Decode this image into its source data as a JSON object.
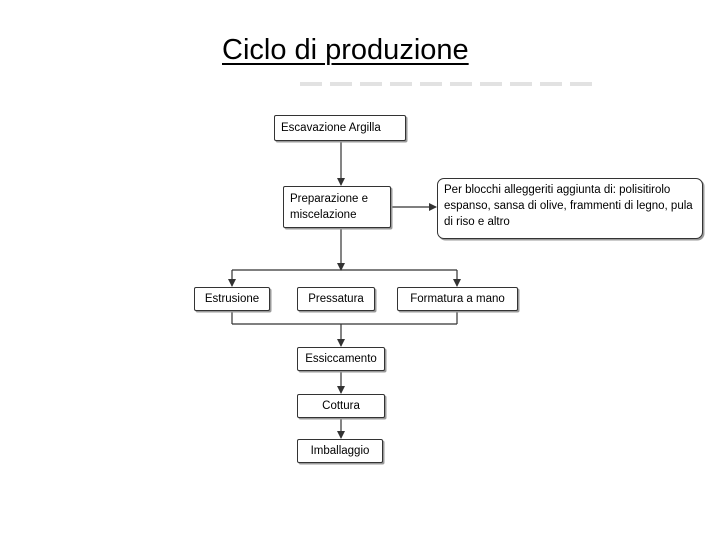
{
  "title": "Ciclo di produzione",
  "nodes": {
    "escavazione": "Escavazione Argilla",
    "preparazione": "Preparazione e miscelazione",
    "nota": "Per blocchi alleggeriti aggiunta di: polisitirolo espanso, sansa di olive, frammenti di legno, pula di riso e altro",
    "estrusione": "Estrusione",
    "pressatura": "Pressatura",
    "formatura": "Formatura a mano",
    "essiccamento": "Essiccamento",
    "cottura": "Cottura",
    "imballaggio": "Imballaggio"
  },
  "colors": {
    "line": "#333333",
    "shadow": "#9a9a9a"
  }
}
